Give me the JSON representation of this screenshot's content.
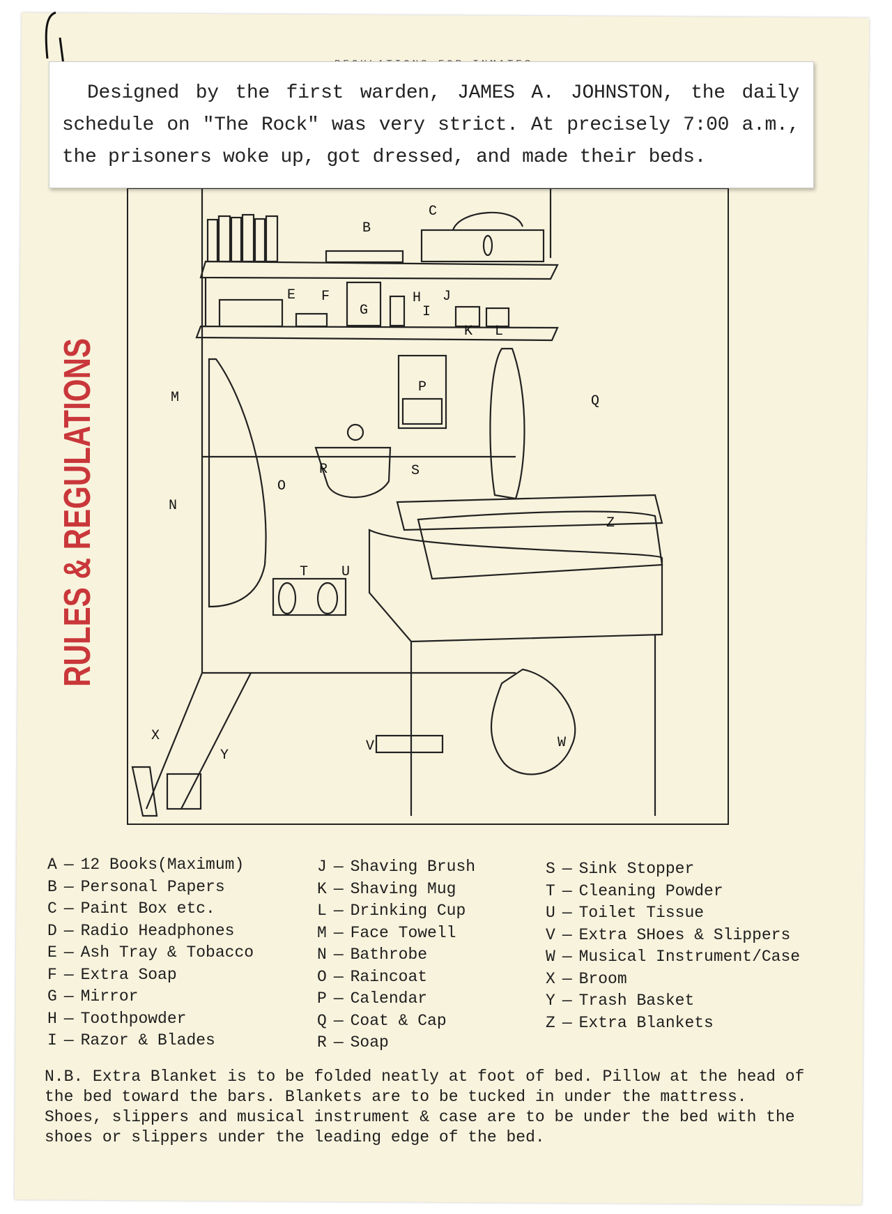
{
  "header_faint": "REGULATIONS FOR INMATES",
  "intro": "Designed by the first warden, JAMES A. JOHNSTON, the daily schedule on \"The Rock\" was very strict. At precisely 7:00 a.m., the prisoners woke up, got dressed, and made their beds.",
  "side_title": "RULES & REGULATIONS",
  "diagram_labels": [
    "B",
    "C",
    "E",
    "F",
    "G",
    "H",
    "I",
    "J",
    "K",
    "L",
    "M",
    "N",
    "O",
    "P",
    "Q",
    "R",
    "S",
    "T",
    "U",
    "V",
    "W",
    "X",
    "Y",
    "Z"
  ],
  "legend": {
    "col1": [
      {
        "key": "A",
        "text": "12 Books(Maximum)"
      },
      {
        "key": "B",
        "text": "Personal Papers"
      },
      {
        "key": "C",
        "text": "Paint Box etc."
      },
      {
        "key": "D",
        "text": "Radio Headphones"
      },
      {
        "key": "E",
        "text": "Ash Tray & Tobacco"
      },
      {
        "key": "F",
        "text": "Extra Soap"
      },
      {
        "key": "G",
        "text": "Mirror"
      },
      {
        "key": "H",
        "text": "Toothpowder"
      },
      {
        "key": "I",
        "text": "Razor & Blades"
      }
    ],
    "col2": [
      {
        "key": "J",
        "text": "Shaving Brush"
      },
      {
        "key": "K",
        "text": "Shaving Mug"
      },
      {
        "key": "L",
        "text": "Drinking Cup"
      },
      {
        "key": "M",
        "text": "Face Towell"
      },
      {
        "key": "N",
        "text": "Bathrobe"
      },
      {
        "key": "O",
        "text": "Raincoat"
      },
      {
        "key": "P",
        "text": "Calendar"
      },
      {
        "key": "Q",
        "text": "Coat & Cap"
      },
      {
        "key": "R",
        "text": "Soap"
      }
    ],
    "col3": [
      {
        "key": "S",
        "text": "Sink Stopper"
      },
      {
        "key": "T",
        "text": "Cleaning Powder"
      },
      {
        "key": "U",
        "text": "Toilet Tissue"
      },
      {
        "key": "V",
        "text": "Extra SHoes & Slippers"
      },
      {
        "key": "W",
        "text": "Musical Instrument/Case"
      },
      {
        "key": "X",
        "text": "Broom"
      },
      {
        "key": "Y",
        "text": "Trash Basket"
      },
      {
        "key": "Z",
        "text": "Extra Blankets"
      }
    ]
  },
  "note_lines": [
    "N.B. Extra Blanket is to be folded neatly at foot of bed.  Pillow at the head of",
    "the bed toward the bars.  Blankets are to be tucked in under the mattress.",
    "Shoes, slippers and musical instrument & case are to be under the bed with the",
    "shoes or slippers under the leading edge of the bed."
  ],
  "colors": {
    "paper": "#f8f3dd",
    "title_red": "#c9373a",
    "ink": "#1e1e1e"
  }
}
